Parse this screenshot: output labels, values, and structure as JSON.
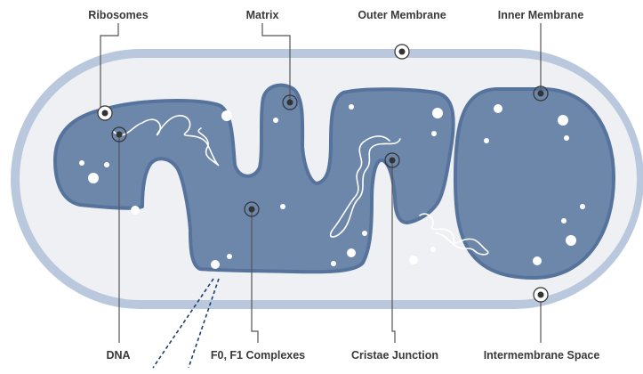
{
  "labels": {
    "ribosomes": "Ribosomes",
    "matrix": "Matrix",
    "outer_membrane": "Outer Membrane",
    "inner_membrane": "Inner Membrane",
    "dna": "DNA",
    "f0_f1_complexes": "F0, F1 Complexes",
    "cristae_junction": "Cristae Junction",
    "intermembrane_space": "Intermembrane Space"
  },
  "colors": {
    "outer_membrane": "#b9c8dd",
    "intermembrane_space": "#eef0f3",
    "inner_membrane": "#56739b",
    "matrix": "#6d87ab",
    "leader_line": "#555555",
    "dashed_line": "#1f3f73",
    "label_text": "#3a3a3a"
  }
}
